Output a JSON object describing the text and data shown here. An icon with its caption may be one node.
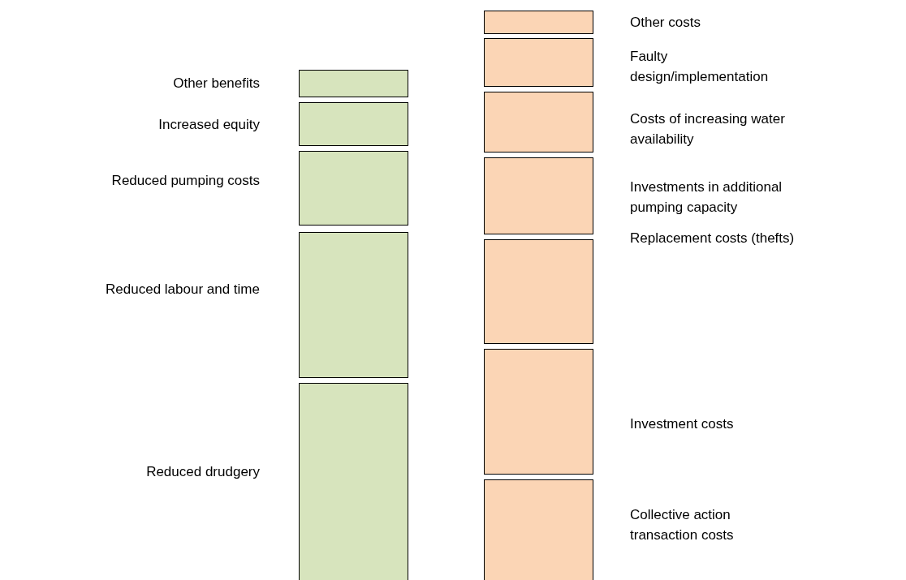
{
  "diagram": {
    "nodes": [
      {
        "text": [],
        "shape": "box",
        "beside": [
          "Other benefits"
        ]
      },
      {
        "text": [],
        "shape": "box",
        "beside": [
          "Increased equity"
        ]
      },
      {
        "text": [],
        "shape": "box",
        "beside": [
          "Reduced pumping costs"
        ]
      },
      {
        "text": [],
        "shape": "box",
        "beside": [
          "Reduced labour and time"
        ]
      },
      {
        "text": [],
        "shape": "box",
        "beside": [
          "Reduced drudgery"
        ]
      },
      {
        "text": [],
        "shape": "box",
        "beside": [
          "Other costs"
        ]
      },
      {
        "text": [],
        "shape": "box",
        "beside": [
          "Faulty design/implementation"
        ]
      },
      {
        "text": [],
        "shape": "box",
        "beside": [
          "Costs of increasing water availability"
        ]
      },
      {
        "text": [],
        "shape": "box",
        "beside": [
          "Investments in additional pumping capacity"
        ]
      },
      {
        "text": [],
        "shape": "box",
        "beside": [
          "Replacement costs (thefts)"
        ]
      },
      {
        "text": [],
        "shape": "box",
        "beside": [
          "Investment costs"
        ]
      },
      {
        "text": [],
        "shape": "box",
        "beside": [
          "Collective action transaction costs"
        ]
      }
    ]
  }
}
